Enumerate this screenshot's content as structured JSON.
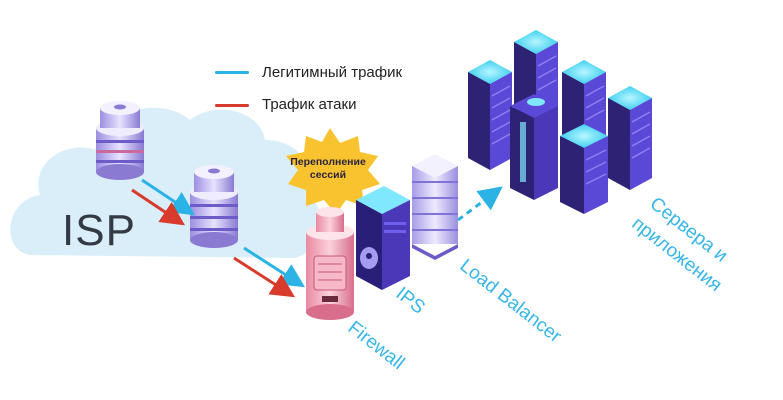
{
  "legend": {
    "legit": {
      "label": "Легитимный трафик",
      "color": "#2bb3e6"
    },
    "attack": {
      "label": "Трафик атаки",
      "color": "#d83a2c"
    }
  },
  "isp_label": "ISP",
  "callout": {
    "line1": "Переполнение",
    "line2": "сессий"
  },
  "labels": {
    "firewall": "Firewall",
    "ips": "IPS",
    "load_balancer": "Load Balancer",
    "servers_line1": "Сервера и",
    "servers_line2": "приложения"
  },
  "colors": {
    "cloud": "#d9eef9",
    "callout": "#f8c32e",
    "label_blue": "#38b6e8",
    "server_dark": "#3a2a8c",
    "server_face": "#5a48d6",
    "server_glow": "#7fe8ff",
    "firewall_pink": "#f4a6b8"
  }
}
